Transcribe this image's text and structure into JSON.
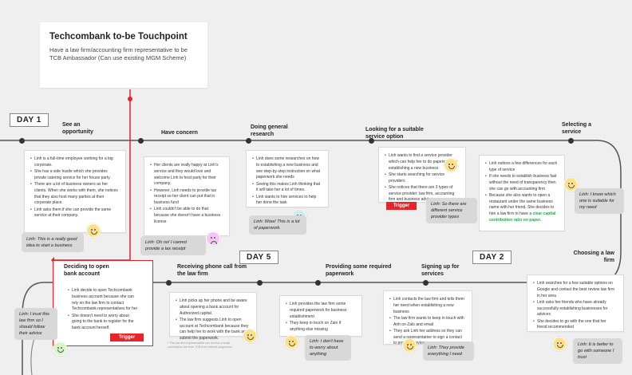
{
  "touchpoint": {
    "title": "Techcombank to-be Touchpoint",
    "description": "Have a law firm/accounting firm representative to be TCB Ambassador (Can use existing MGM Scheme)"
  },
  "days": {
    "day1": "DAY 1",
    "day5": "DAY 5",
    "day2": "DAY 2"
  },
  "stages": {
    "see_opportunity": "See an opportunity",
    "have_concern": "Have concern",
    "doing_research": "Doing general research",
    "looking_service": "Looking for a suitable service option",
    "selecting_service": "Selecting a service",
    "choosing_law_firm": "Choosing a law firm",
    "signing_up": "Signing up for services",
    "providing_paperwork": "Providing some required paperwork",
    "receiving_call": "Receiving phone call from the law firm",
    "deciding_open": "Deciding to open bank account"
  },
  "cards": {
    "see_opportunity": [
      "Linh is a full-time employee working for a big corporate.",
      "She has a side hustle which she provides private catering service for her house party.",
      "There are a lot of business owners as her clients. When she works with them, she notices that they also host many parties at their corporate place.",
      "Linh asks them if she can provide the same service at their company."
    ],
    "have_concern": [
      "Her clients are really happy at Linh's service and they would love and welcome Linh to host party for their company.",
      "However, Linh needs to provide tax receipt so her client can put that in business fund",
      "Linh couldn't be able to do that because she doesn't have a business license"
    ],
    "doing_research": [
      "Linh does some researches on how to establishing a new business and see step-by-step instruction on what paperwork she needs",
      "Seeing this makes Linh thinking that it will take her a lot of times.",
      "Linh wants to hire services to help her done the task"
    ],
    "looking_service": [
      "Linh wants to find a service provider which can help her to do paperwork for establishing a new business",
      "She starts searching for service providers",
      "She notices that there are 3 types of service provider: law firm, accounting firm and business advisory"
    ],
    "selecting_service": [
      "Linh notices a few differences for each type of service",
      "If she needs to establish business fast without the need of transparency then she can go with accounting firm",
      "Because she also wants to open a restaurant under the same business name with her friend. She decides to hire a law firm to have"
    ],
    "selecting_service_highlight": "a clear capital contribution ratio on paper.",
    "choosing_law_firm": [
      "Linh searches for a few suitable options on Google and contact the best review law firm in her area",
      "Linh asks her friends who have already successfully establishing businesses for advices",
      "She decides to go with the one that her friend recommended"
    ],
    "signing_up": [
      "Linh contacts the law firm and tells them her need when establishing a new business",
      "The law firm wants to keep in touch with Anh on Zalo and email",
      "They ask Linh her address so they can send a representative to sign a contact to provide service"
    ],
    "providing_paperwork": [
      "Linh provides the law firm some required paperwork for business establishment",
      "They keep in touch on Zalo if anything else missing"
    ],
    "receiving_call": [
      "Linh picks up her phone and be aware about opening a bank account for Authorized capital.",
      "The law firm suggests Linh to open account at Techcombank because they can help her to work with the bank and submit the paperwork."
    ],
    "deciding_open": [
      "Linh decide to open Techcombank business account because she can rely on the law firm to contact Techcombank representatives for her",
      "She doesn't need to worry about going to the bank to register for the bank account herself."
    ]
  },
  "quotes": {
    "q1": "Linh: This is a really good idea to start a business",
    "q2": "Linh: Oh no! I cannot provide a tax receipt",
    "q3": "Linh: Wow! This is a lot of paperwork.",
    "q4": "Linh: So there are different service provider types",
    "q5": "Linh: I know which one is suitable for my need",
    "q6": "Linh: It is better to go with someone I trust",
    "q7": "Linh: They provide everything I need",
    "q8": "Linh: I don't have to worry about anything",
    "q9": "Linh: I trust this law firm so I should follow their advice"
  },
  "triggers": {
    "t1": "Trigger",
    "t2": "Trigger"
  },
  "footnote": "* This law firm representative can receive a small commission fee from TCB from referral programme",
  "colors": {
    "trigger": "#e8232a",
    "connector": "#e8232a",
    "highlight": "#2aa84a"
  }
}
